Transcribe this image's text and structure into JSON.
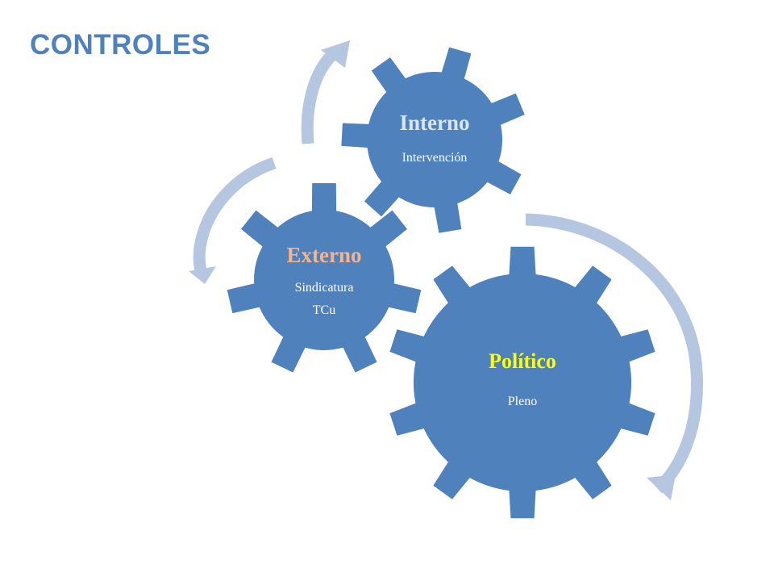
{
  "title": "CONTROLES",
  "colors": {
    "title": "#4f81bd",
    "gear": "#4f81bd",
    "gear_outline": "#ffffff",
    "arrow": "#b4c6e0",
    "text": "#ffffff"
  },
  "gears": [
    {
      "id": "politico",
      "title": "Político",
      "title_color": "#ffff00",
      "lines": [
        "Pleno"
      ]
    },
    {
      "id": "externo",
      "title": "Externo",
      "title_color": "#f5b58c",
      "lines": [
        "Sindicatura",
        "TCu"
      ]
    },
    {
      "id": "interno",
      "title": "Interno",
      "title_color": "#dbe5f1",
      "lines": [
        "Intervención"
      ]
    }
  ],
  "arrows": [
    {
      "from": "politico",
      "direction": "clockwise"
    },
    {
      "from": "interno",
      "direction": "counter-clockwise"
    },
    {
      "from": "externo",
      "direction": "clockwise"
    }
  ]
}
